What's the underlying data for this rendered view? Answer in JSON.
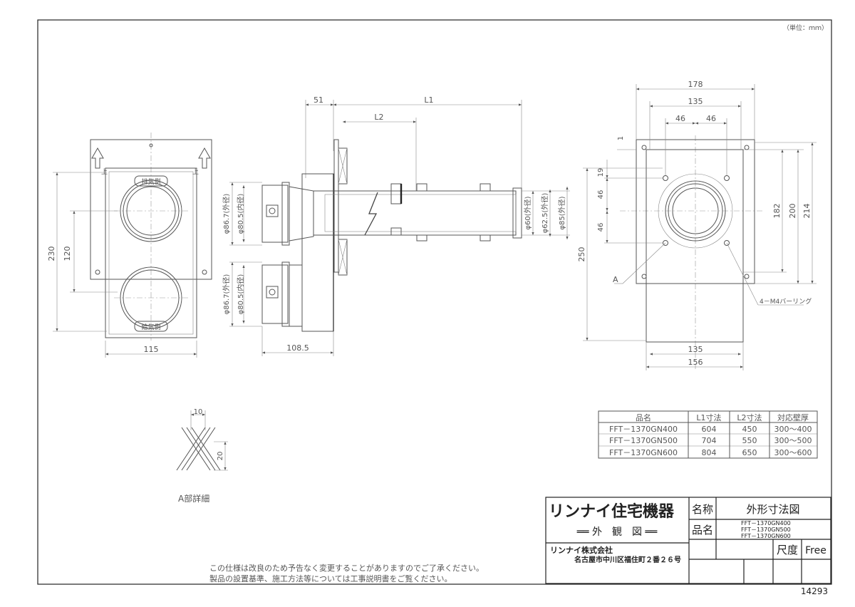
{
  "unit_note": "（単位：ｍｍ）",
  "drawing_number": "14293",
  "front_view": {
    "label_exhaust": "排気側",
    "label_intake": "給気側",
    "dim_width": "115",
    "dim_height": "230",
    "dim_pitch": "120",
    "arrow_label": "上"
  },
  "side_view": {
    "dim_51": "51",
    "dim_L1": "L1",
    "dim_L2": "L2",
    "dim_1085": "108.5",
    "dia_outer_top": "φ86.7(外径)",
    "dia_inner_top": "φ80.5(内径)",
    "dia_outer_bottom": "φ86.7(外径)",
    "dia_inner_bottom": "φ80.5(内径)",
    "dia_60": "φ60(外径)",
    "dia_625": "φ62.5(外径)",
    "dia_85": "φ85(外径)"
  },
  "rear_view": {
    "dim_178": "178",
    "dim_135_top": "135",
    "dim_46_a": "46",
    "dim_46_b": "46",
    "dim_1": "1",
    "dim_19": "19",
    "dim_46_c": "46",
    "dim_46_d": "46",
    "dim_250": "250",
    "dim_182": "182",
    "dim_200": "200",
    "dim_214": "214",
    "dim_135_bottom": "135",
    "dim_156": "156",
    "label_A": "A",
    "label_m4": "4－M4バーリング"
  },
  "detail_A": {
    "title": "A部詳細",
    "dim_10": "10",
    "dim_20": "20"
  },
  "spec_table": {
    "headers": [
      "品名",
      "L1寸法",
      "L2寸法",
      "対応壁厚"
    ],
    "rows": [
      [
        "FFT－1370GN400",
        "604",
        "450",
        "300～400"
      ],
      [
        "FFT－1370GN500",
        "704",
        "550",
        "300～500"
      ],
      [
        "FFT－1370GN600",
        "804",
        "650",
        "300～600"
      ]
    ]
  },
  "notes": [
    "この仕様は改良のため予告なく変更することがありますのでご了承ください。",
    "製品の設置基準、施工方法等については工事説明書をご覧ください。"
  ],
  "title_block": {
    "brand": "リンナイ住宅機器",
    "view_type": "══ 外　観　図 ══",
    "company_name": "リンナイ株式会社",
    "company_address": "名古屋市中川区福住町２番２６号",
    "label_name": "名称",
    "value_name": "外形寸法図",
    "label_product": "品名",
    "products": [
      "FFT－1370GN400",
      "FFT－1370GN500",
      "FFT－1370GN600"
    ],
    "label_scale": "尺度",
    "value_scale": "Free"
  }
}
